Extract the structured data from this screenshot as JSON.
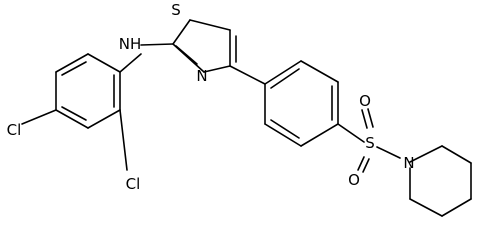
{
  "molecule": {
    "atoms": [
      {
        "id": "Cl1",
        "label": "Cl"
      },
      {
        "id": "Cl2",
        "label": "Cl"
      },
      {
        "id": "N_amine",
        "label": "NH"
      },
      {
        "id": "S_ring",
        "label": "S"
      },
      {
        "id": "N_ring",
        "label": "N"
      },
      {
        "id": "S_sulfonyl",
        "label": "S"
      },
      {
        "id": "O1",
        "label": "O"
      },
      {
        "id": "O2",
        "label": "O"
      },
      {
        "id": "N_pip",
        "label": "N"
      }
    ],
    "colors": {
      "bond": "#000000",
      "label": "#000000",
      "background": "#ffffff"
    }
  }
}
